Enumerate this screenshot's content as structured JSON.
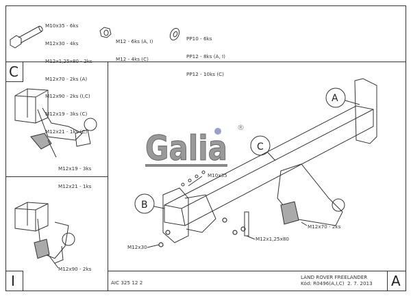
{
  "parts_list": {
    "bolts": [
      "M10x35 - 6ks",
      "M12x30 - 4ks",
      "M12x1,25x80 - 2ks",
      "M12x70 - 2ks (A)",
      "M12x90 - 2ks (I,C)",
      "M12x19 - 3ks (C)",
      "M12x21 - 1ks (C)"
    ],
    "nuts": [
      "M12 - 6ks (A, I)",
      "M12 - 4ks (C)"
    ],
    "washers": [
      "PP10 - 6ks",
      "PP12 - 8ks (A, I)",
      "PP12 - 10ks (C)"
    ]
  },
  "panels": {
    "c": {
      "letter": "C",
      "labels": [
        "M12x19 - 3ks",
        "M12x21 - 1ks"
      ]
    },
    "i": {
      "letter": "I",
      "labels": [
        "M12x90 - 2ks"
      ]
    },
    "main": {
      "callouts": {
        "a": "A",
        "b": "B",
        "c": "C"
      },
      "labels": {
        "m10x35": "M10x35",
        "m12x30": "M12x30",
        "m12x125x80": "M12x1,25x80",
        "m12x70": "M12x70 - 2ks"
      },
      "logo": "Galia",
      "registered": "®"
    }
  },
  "title_block": {
    "drawing_no": "AIC 325 12 2",
    "vehicle": "LAND ROVER FREELANDER",
    "code": "Kód: R0496(A,I,C)  2. 7. 2013",
    "variant": "A"
  }
}
